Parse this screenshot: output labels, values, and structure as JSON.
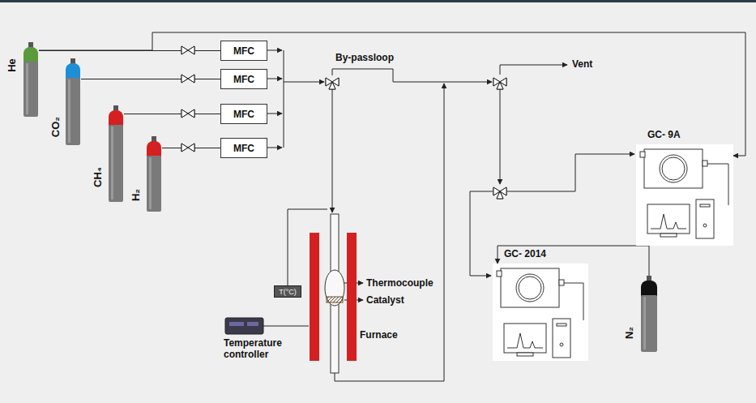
{
  "diagram": {
    "nodes": [
      {
        "text": [
          "He"
        ]
      },
      {
        "text": [
          "CO₂"
        ]
      },
      {
        "text": [
          "CH₄"
        ]
      },
      {
        "text": [
          "H₂"
        ]
      },
      {
        "text": [
          "MFC"
        ]
      },
      {
        "text": [
          "MFC"
        ]
      },
      {
        "text": [
          "MFC"
        ]
      },
      {
        "text": [
          "MFC"
        ]
      },
      {
        "text": [
          "GC- 9A"
        ]
      },
      {
        "text": [
          "T(°C)"
        ]
      },
      {
        "text": [
          "GC- 2014"
        ]
      },
      {
        "text": [
          "N₂"
        ]
      }
    ],
    "edges": [
      {
        "from": 0,
        "to": 4,
        "arrow": "none"
      },
      {
        "from": 1,
        "to": 5,
        "arrow": "none"
      },
      {
        "from": 2,
        "to": 6,
        "arrow": "none"
      },
      {
        "from": 3,
        "to": 7,
        "arrow": "none"
      },
      {
        "from": 0,
        "to": 8,
        "arrow": "to"
      },
      {
        "from": 11,
        "to": 10,
        "arrow": "to"
      }
    ],
    "labels": [
      "By-passloop",
      "Vent",
      "Thermocouple",
      "Catalyst",
      "Furnace",
      "Temperature controller"
    ]
  }
}
